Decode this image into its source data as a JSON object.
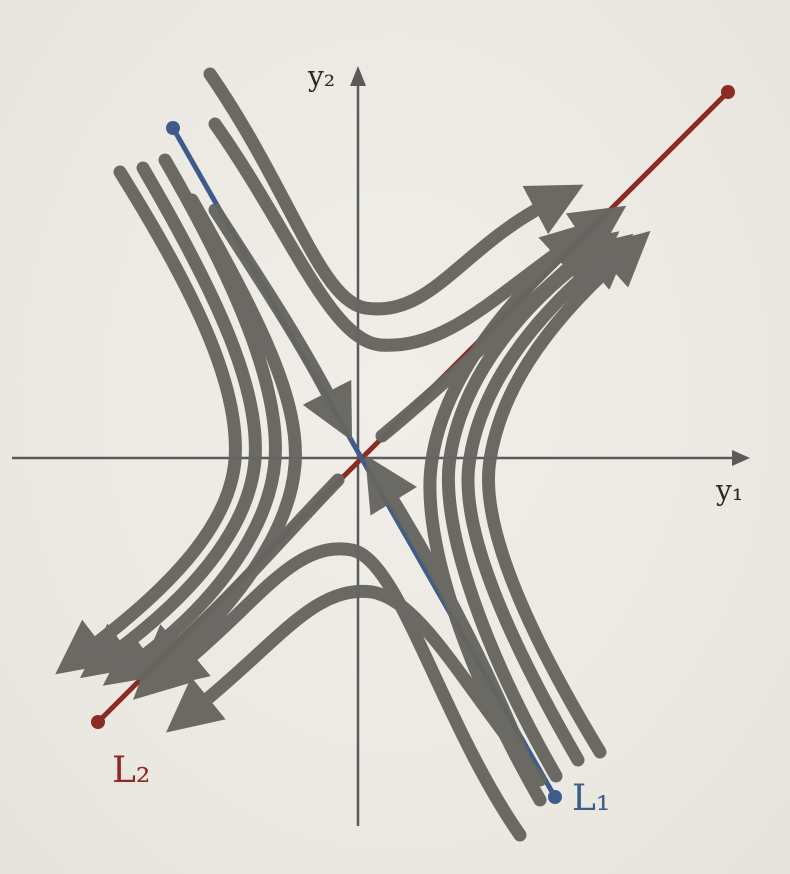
{
  "axes": {
    "x_label": "y₁",
    "y_label": "y₂"
  },
  "lines": {
    "L1": {
      "label": "L₁",
      "color": "#3f5b8c"
    },
    "L2": {
      "label": "L₂",
      "color": "#8c2a24"
    }
  },
  "colors": {
    "trajectory": "#666560",
    "axis": "#5a5a5a",
    "background": "#eeebe6"
  },
  "icons": {
    "arrowhead": "triangle-arrow-icon"
  }
}
